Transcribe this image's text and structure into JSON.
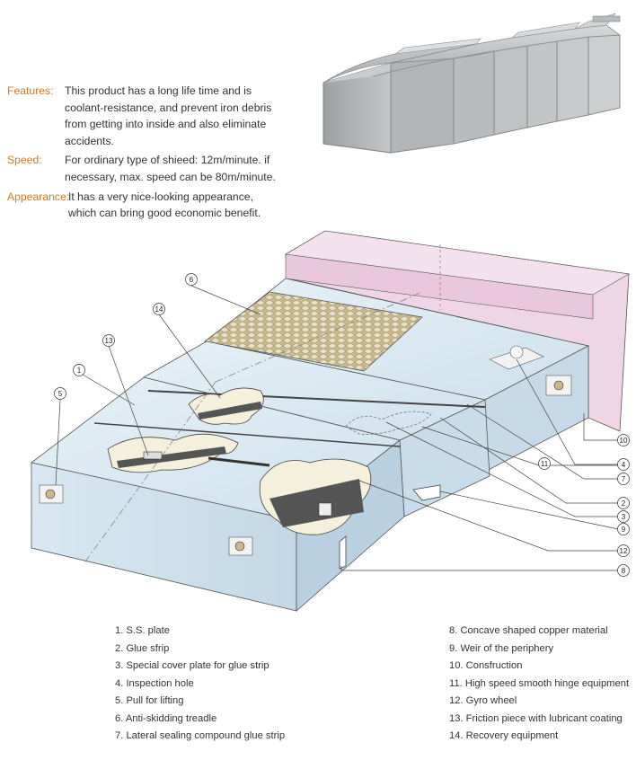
{
  "description": {
    "features": {
      "label": "Features:",
      "lines": [
        "This product has a long life time and is",
        "coolant-resistance, and prevent iron debris",
        "from getting into inside and also eliminate",
        "accidents."
      ]
    },
    "speed": {
      "label": "Speed:",
      "lines": [
        "For ordinary type of shieed: 12m/minute. if",
        "necessary, max. speed can be 80m/minute."
      ]
    },
    "appearance": {
      "label": "Appearance:",
      "lines": [
        "It has a very nice-looking appearance,",
        "which can bring good economic benefit."
      ]
    }
  },
  "callouts": [
    "1",
    "2",
    "3",
    "4",
    "5",
    "6",
    "7",
    "8",
    "9",
    "10",
    "11",
    "12",
    "13",
    "14"
  ],
  "legend": {
    "left": [
      "1. S.S. plate",
      "2. Glue sfrip",
      "3. Special cover plate for glue strip",
      "4. Inspection hole",
      "5. Pull for lifting",
      "6. Anti-skidding treadle",
      "7. Lateral sealing compound glue strip"
    ],
    "right": [
      "8. Concave shaped copper material",
      "9. Weir of the periphery",
      "10. Consfruction",
      "11. High speed smooth hinge equipment",
      "12. Gyro wheel",
      "13. Friction piece with lubricant coating",
      "14. Recovery equipment"
    ]
  },
  "colors": {
    "label_orange": "#d9781e",
    "pink_wall": "#efd6e6",
    "light_blue": "#dcebf5",
    "steel": "#a9acaf"
  }
}
